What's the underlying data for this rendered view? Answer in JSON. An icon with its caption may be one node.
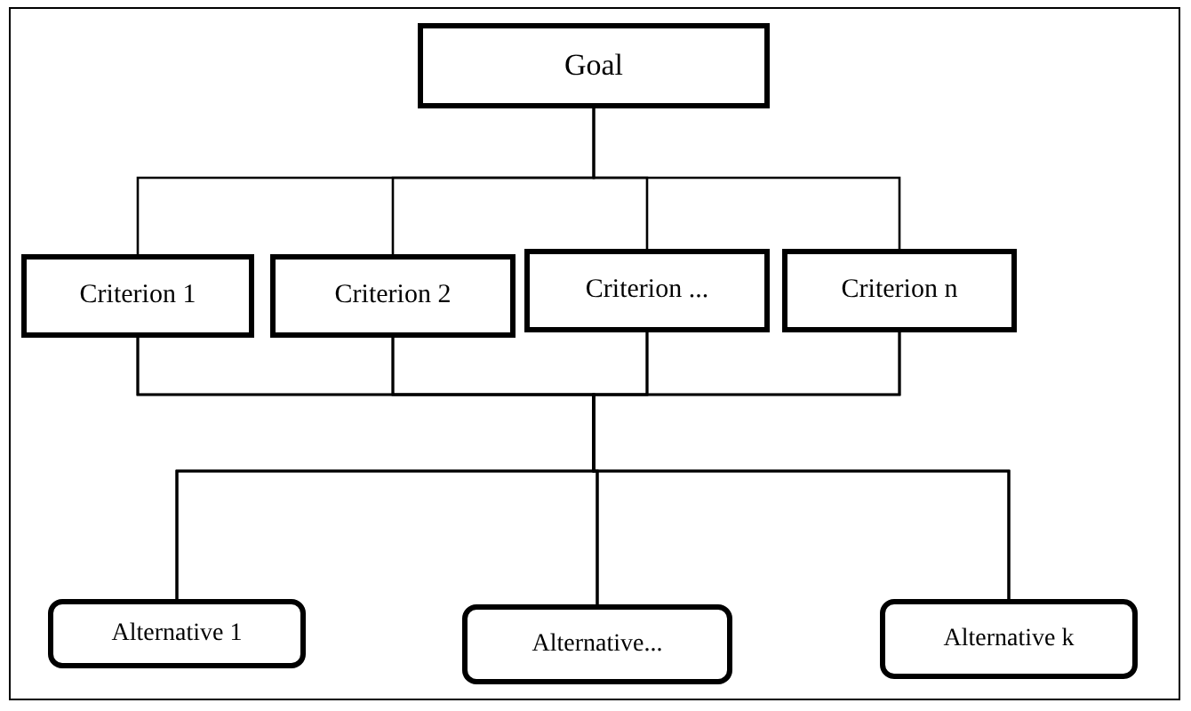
{
  "diagram": {
    "nodes": [
      {
        "text": [
          "Goal"
        ]
      },
      {
        "text": [
          "Criterion 1"
        ]
      },
      {
        "text": [
          "Criterion 2"
        ]
      },
      {
        "text": [
          "Criterion ..."
        ]
      },
      {
        "text": [
          "Criterion n"
        ]
      },
      {
        "text": [
          "Alternative 1"
        ]
      },
      {
        "text": [
          "Alternative..."
        ]
      },
      {
        "text": [
          "Alternative k"
        ]
      }
    ],
    "edges": [
      {
        "from": 0,
        "to": 1,
        "arrow": "none"
      },
      {
        "from": 0,
        "to": 2,
        "arrow": "none"
      },
      {
        "from": 0,
        "to": 3,
        "arrow": "none"
      },
      {
        "from": 0,
        "to": 4,
        "arrow": "none"
      },
      {
        "from": 1,
        "to": 5,
        "arrow": "none"
      },
      {
        "from": 1,
        "to": 6,
        "arrow": "none"
      },
      {
        "from": 1,
        "to": 7,
        "arrow": "none"
      },
      {
        "from": 2,
        "to": 5,
        "arrow": "none"
      },
      {
        "from": 2,
        "to": 6,
        "arrow": "none"
      },
      {
        "from": 2,
        "to": 7,
        "arrow": "none"
      },
      {
        "from": 3,
        "to": 5,
        "arrow": "none"
      },
      {
        "from": 3,
        "to": 6,
        "arrow": "none"
      },
      {
        "from": 3,
        "to": 7,
        "arrow": "none"
      },
      {
        "from": 4,
        "to": 5,
        "arrow": "none"
      },
      {
        "from": 4,
        "to": 6,
        "arrow": "none"
      },
      {
        "from": 4,
        "to": 7,
        "arrow": "none"
      }
    ]
  }
}
